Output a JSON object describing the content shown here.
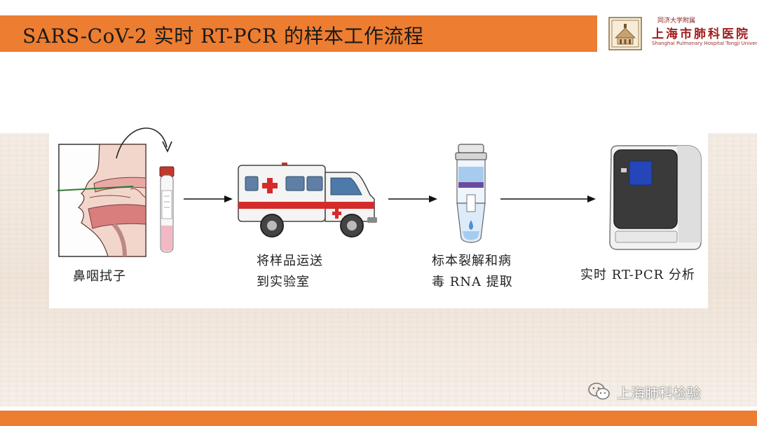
{
  "header": {
    "title": "SARS-CoV-2 实时 RT-PCR 的样本工作流程"
  },
  "logo": {
    "name": "上海市肺科医院",
    "affiliation": "同济大学附属",
    "english": "Shanghai Pulmonary Hospital Tongji University"
  },
  "steps": [
    {
      "line1": "鼻咽拭子",
      "line2": ""
    },
    {
      "line1": "将样品运送",
      "line2": "到实验室"
    },
    {
      "line1": "标本裂解和病",
      "line2": "毒 RNA 提取"
    },
    {
      "line1": "实时 RT-PCR 分析",
      "line2": ""
    }
  ],
  "watermark": {
    "text": "上海肺科检验"
  },
  "colors": {
    "accent": "#ed7d31",
    "logo_red": "#a01c1c"
  }
}
